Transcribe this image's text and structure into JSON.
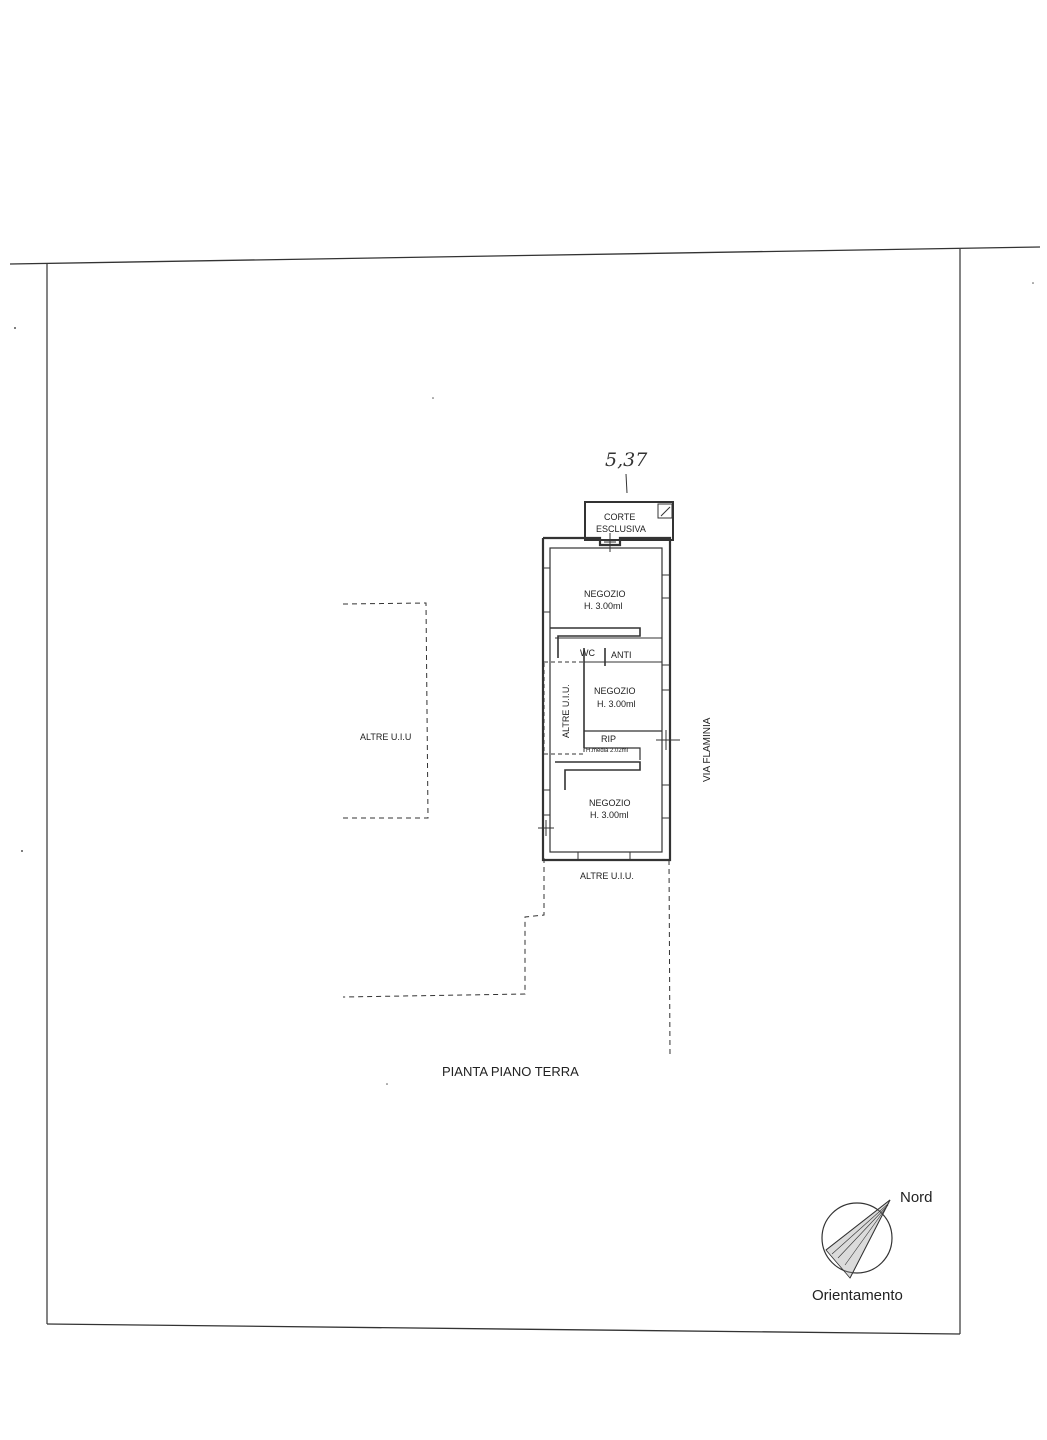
{
  "handwritten_note": "5,37",
  "rooms": {
    "corte_line1": "CORTE",
    "corte_line2": "ESCLUSIVA",
    "negozio_label": "NEGOZIO",
    "negozio_height": "H. 3.00ml",
    "wc": "WC",
    "anti": "ANTI",
    "rip": "RIP",
    "rip_height": "H.media 2.02ml",
    "altre_uiu_vertical": "ALTRE U.I.U.",
    "altre_uiu_left": "ALTRE U.I.U",
    "altre_uiu_bottom": "ALTRE U.I.U."
  },
  "street": "VIA FLAMINIA",
  "plan_title": "PIANTA PIANO TERRA",
  "compass": {
    "north": "Nord",
    "caption": "Orientamento",
    "icon": "north-arrow-icon"
  }
}
